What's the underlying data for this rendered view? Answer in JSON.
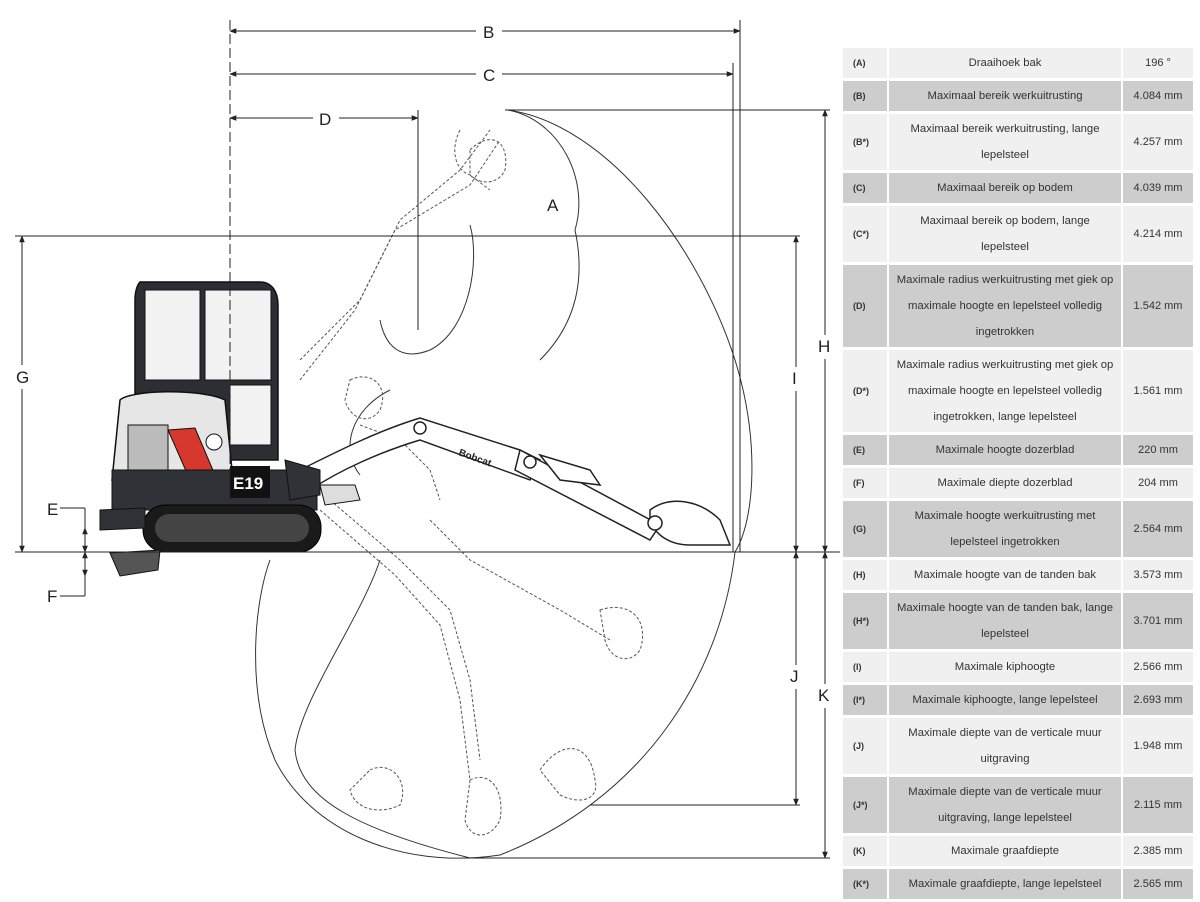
{
  "diagram": {
    "labels": {
      "A": "A",
      "B": "B",
      "C": "C",
      "D": "D",
      "E": "E",
      "F": "F",
      "G": "G",
      "H": "H",
      "I": "I",
      "J": "J",
      "K": "K"
    },
    "brand_name": "Bobcat",
    "model_badge": "E19"
  },
  "specs": [
    {
      "code": "(A)",
      "label": "Draaihoek bak",
      "value": "196 °"
    },
    {
      "code": "(B)",
      "label": "Maximaal bereik werkuitrusting",
      "value": "4.084 mm"
    },
    {
      "code": "(B*)",
      "label": "Maximaal bereik werkuitrusting, lange lepelsteel",
      "value": "4.257 mm"
    },
    {
      "code": "(C)",
      "label": "Maximaal bereik op bodem",
      "value": "4.039 mm"
    },
    {
      "code": "(C*)",
      "label": "Maximaal bereik op bodem, lange lepelsteel",
      "value": "4.214 mm"
    },
    {
      "code": "(D)",
      "label": "Maximale radius werkuitrusting met giek op maximale hoogte en lepelsteel volledig ingetrokken",
      "value": "1.542 mm"
    },
    {
      "code": "(D*)",
      "label": "Maximale radius werkuitrusting met giek op maximale hoogte en lepelsteel volledig ingetrokken, lange lepelsteel",
      "value": "1.561 mm"
    },
    {
      "code": "(E)",
      "label": "Maximale hoogte dozerblad",
      "value": "220 mm"
    },
    {
      "code": "(F)",
      "label": "Maximale diepte dozerblad",
      "value": "204 mm"
    },
    {
      "code": "(G)",
      "label": "Maximale hoogte werkuitrusting met lepelsteel ingetrokken",
      "value": "2.564 mm"
    },
    {
      "code": "(H)",
      "label": "Maximale hoogte van de tanden bak",
      "value": "3.573 mm"
    },
    {
      "code": "(H*)",
      "label": "Maximale hoogte van de tanden bak, lange lepelsteel",
      "value": "3.701 mm"
    },
    {
      "code": "(I)",
      "label": "Maximale kiphoogte",
      "value": "2.566 mm"
    },
    {
      "code": "(I*)",
      "label": "Maximale kiphoogte, lange lepelsteel",
      "value": "2.693 mm"
    },
    {
      "code": "(J)",
      "label": "Maximale diepte van de verticale muur uitgraving",
      "value": "1.948 mm"
    },
    {
      "code": "(J*)",
      "label": "Maximale diepte van de verticale muur uitgraving, lange lepelsteel",
      "value": "2.115 mm"
    },
    {
      "code": "(K)",
      "label": "Maximale graafdiepte",
      "value": "2.385 mm"
    },
    {
      "code": "(K*)",
      "label": "Maximale graafdiepte, lange lepelsteel",
      "value": "2.565 mm"
    }
  ]
}
